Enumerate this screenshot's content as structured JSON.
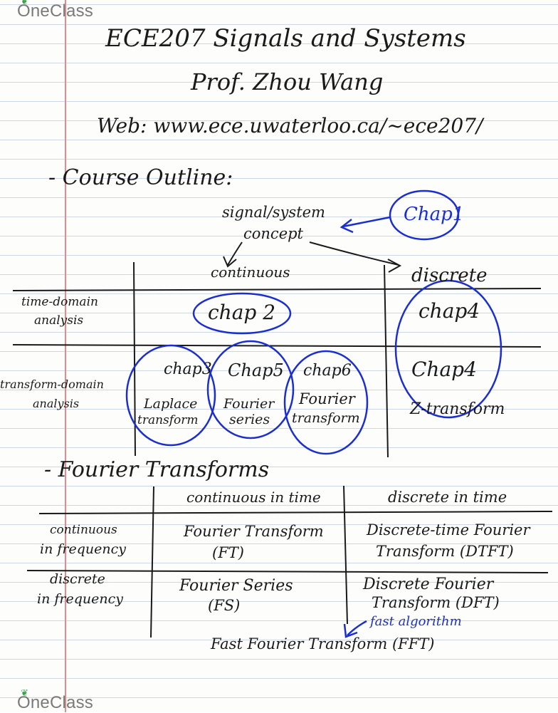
{
  "brand": {
    "name": "OneClass",
    "accent": "#3aa548"
  },
  "header": {
    "title": "ECE207 Signals and Systems",
    "professor": "Prof. Zhou Wang",
    "web": "Web: www.ece.uwaterloo.ca/~ece207/"
  },
  "outline": {
    "heading": "- Course Outline:",
    "concept_line1": "signal/system",
    "concept_line2": "concept",
    "chap1": "Chap1",
    "col_continuous": "continuous",
    "col_discrete": "discrete",
    "row_time_line1": "time-domain",
    "row_time_line2": "analysis",
    "row_transform_line1": "transform-domain",
    "row_transform_line2": "analysis",
    "chap2": "chap 2",
    "chap4_time": "chap4",
    "chap3": "chap3",
    "chap3_line1": "Laplace",
    "chap3_line2": "transform",
    "chap5": "Chap5",
    "chap5_line1": "Fourier",
    "chap5_line2": "series",
    "chap6": "chap6",
    "chap6_line1": "Fourier",
    "chap6_line2": "transform",
    "chap4_transform": "Chap4",
    "chap4_transform_sub": "Z-transform"
  },
  "fourier": {
    "heading": "- Fourier Transforms",
    "col_continuous_time": "continuous in time",
    "col_discrete_time": "discrete in time",
    "row_cont_freq_line1": "continuous",
    "row_cont_freq_line2": "in frequency",
    "row_disc_freq_line1": "discrete",
    "row_disc_freq_line2": "in frequency",
    "ft_line1": "Fourier Transform",
    "ft_line2": "(FT)",
    "dtft_line1": "Discrete-time Fourier",
    "dtft_line2": "Transform (DTFT)",
    "fs_line1": "Fourier Series",
    "fs_line2": "(FS)",
    "dft_line1": "Discrete Fourier",
    "dft_line2": "Transform (DFT)",
    "fast_algorithm": "fast algorithm",
    "fft": "Fast Fourier Transform (FFT)"
  },
  "colors": {
    "ink": "#1a1a1a",
    "pen_blue": "#1b2fd0",
    "margin": "#e58a8a",
    "rule": "#cdd7e6"
  }
}
